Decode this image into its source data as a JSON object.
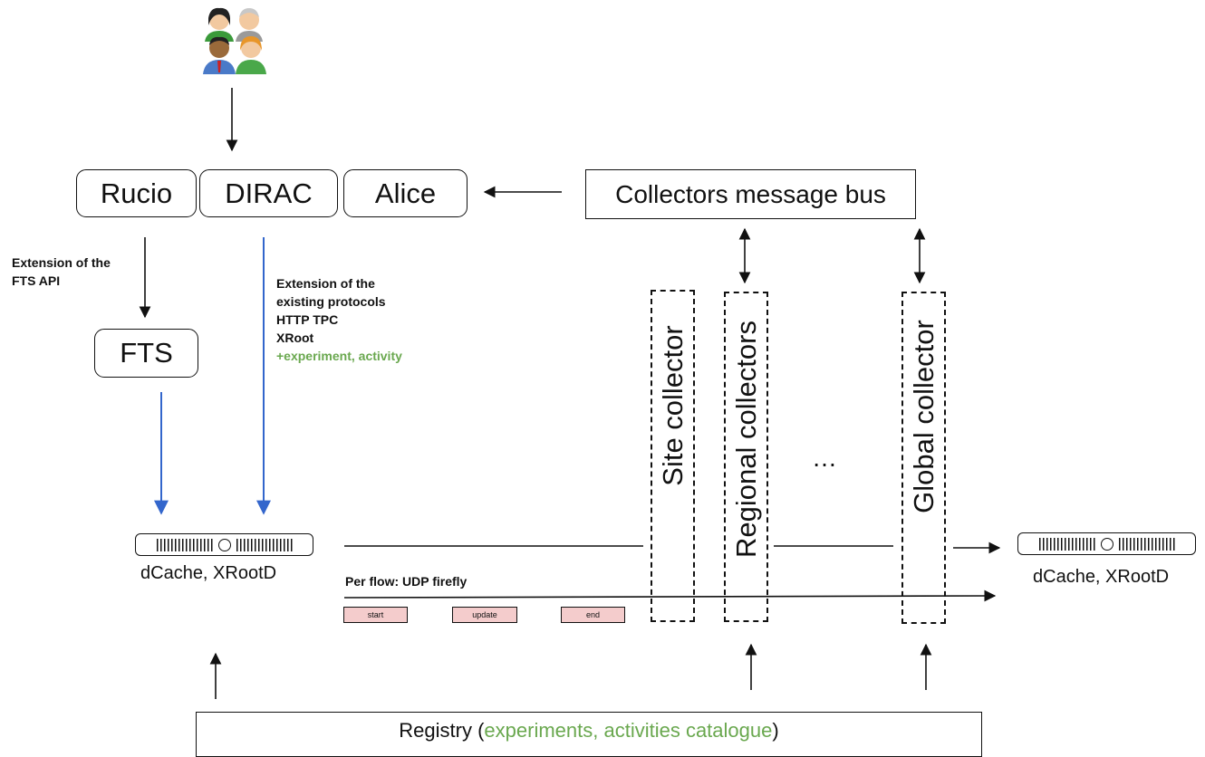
{
  "workflows": {
    "rucio": "Rucio",
    "dirac": "DIRAC",
    "alice": "Alice"
  },
  "fts": "FTS",
  "message_bus": "Collectors message bus",
  "notes": {
    "fts_api": [
      "Extension of the",
      "FTS API"
    ],
    "protocols": [
      "Extension of the",
      "existing protocols",
      "HTTP TPC",
      "XRoot"
    ],
    "protocols_extra": "+experiment, activity"
  },
  "collectors": {
    "site": "Site  collector",
    "regional": "Regional collectors",
    "ellipsis": "…",
    "global": "Global collector"
  },
  "storage": {
    "left": "dCache, XRootD",
    "right": "dCache, XRootD"
  },
  "firefly": {
    "label": "Per flow: UDP firefly",
    "start": "start",
    "update": "update",
    "end": "end"
  },
  "registry": {
    "prefix": "Registry (",
    "catalogue": "experiments, activities catalogue",
    "suffix": ")"
  },
  "colors": {
    "blue_arrow": "#3366cc",
    "green_text": "#6aa84f",
    "pink_fill": "#f4cccc"
  },
  "icons": [
    "users-group-icon",
    "server-icon"
  ]
}
